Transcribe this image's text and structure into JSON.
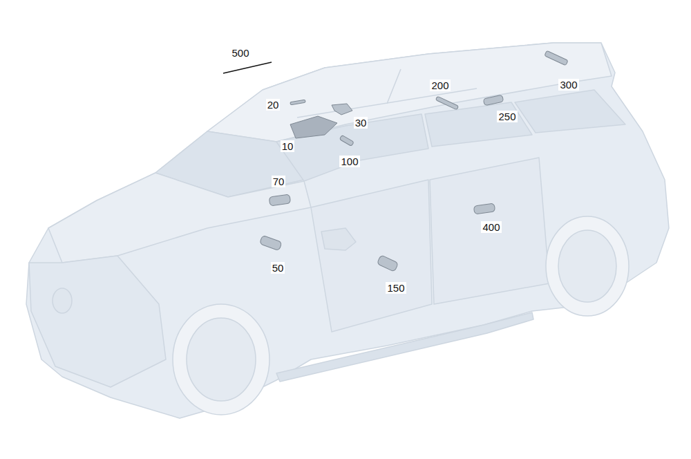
{
  "diagram": {
    "labels": [
      "500",
      "20",
      "30",
      "10",
      "100",
      "200",
      "250",
      "300",
      "70",
      "50",
      "400",
      "150"
    ]
  }
}
